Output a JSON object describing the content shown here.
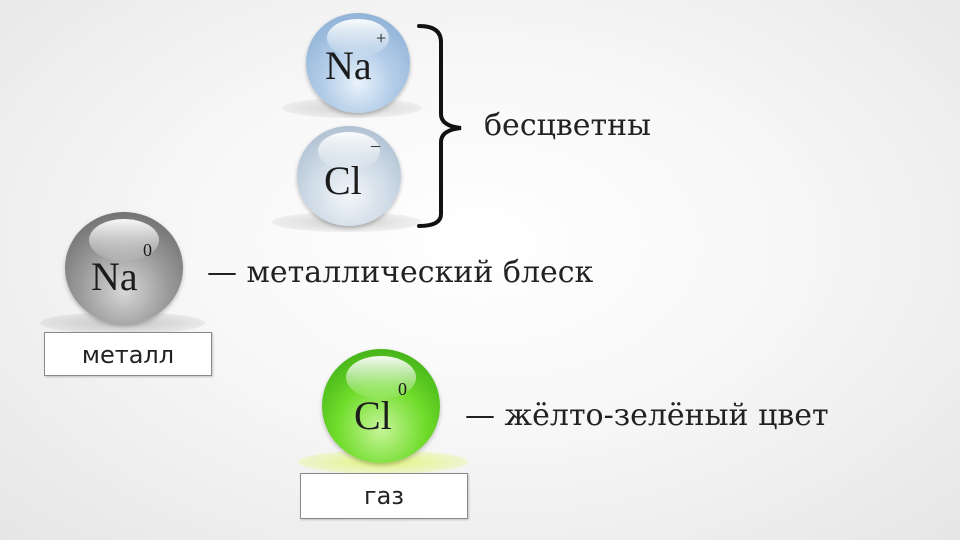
{
  "ions": {
    "na_plus": {
      "symbol": "Na",
      "charge": "+"
    },
    "cl_minus": {
      "symbol": "Cl",
      "charge": "–"
    }
  },
  "bracket_label": "бесцветны",
  "sodium_metal": {
    "symbol": "Na",
    "charge": "0",
    "property": "— металлический блеск",
    "state_label": "металл"
  },
  "chlorine_gas": {
    "symbol": "Cl",
    "charge": "0",
    "property": "— жёлто-зелёный цвет",
    "state_label": "газ"
  },
  "colors": {
    "ion_ball": "#9fbfe0",
    "metal_ball": "#8a8a8a",
    "gas_ball": "#4fd11a",
    "gas_shadow": "#d9f27a"
  }
}
